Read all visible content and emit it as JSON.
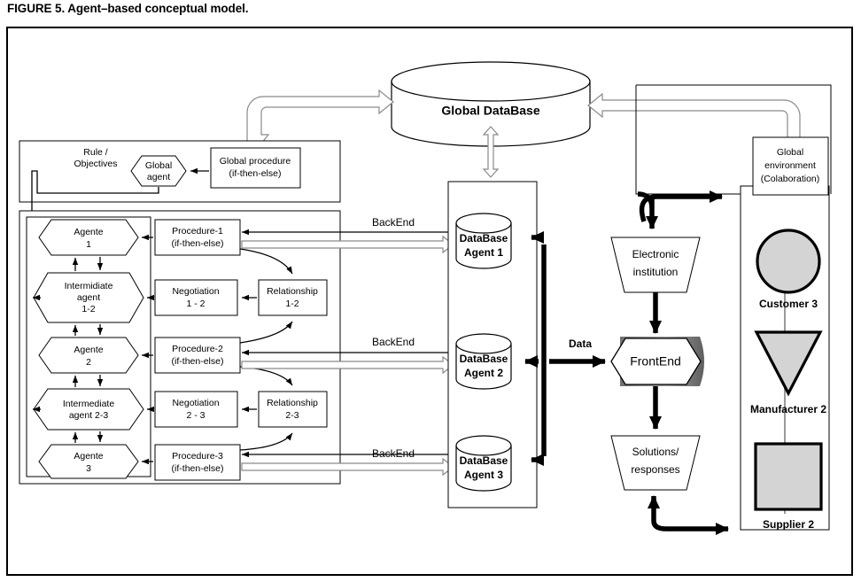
{
  "figure": {
    "caption": "FIGURE 5. Agent–based conceptual model."
  },
  "global_db": {
    "label": "Global DataBase",
    "shape": "cylinder"
  },
  "rule_panel": {
    "title_line1": "Rule /",
    "title_line2": "Objectives",
    "global_agent_line1": "Global",
    "global_agent_line2": "agent",
    "global_procedure_line1": "Global procedure",
    "global_procedure_line2": "(if-then-else)"
  },
  "agents": [
    {
      "name": "agent-1",
      "line1": "Agente",
      "line2": "1"
    },
    {
      "name": "intermediate-1-2",
      "line1": "Intermidiate",
      "line2": "agent",
      "line3": "1-2"
    },
    {
      "name": "agent-2",
      "line1": "Agente",
      "line2": "2"
    },
    {
      "name": "intermediate-2-3",
      "line1": "Intermediate",
      "line2": "agent 2-3"
    },
    {
      "name": "agent-3",
      "line1": "Agente",
      "line2": "3"
    }
  ],
  "procedures": [
    {
      "name": "procedure-1",
      "line1": "Procedure-1",
      "line2": "(if-then-else)"
    },
    {
      "name": "procedure-2",
      "line1": "Procedure-2",
      "line2": "(if-then-else)"
    },
    {
      "name": "procedure-3",
      "line1": "Procedure-3",
      "line2": "(if-then-else)"
    }
  ],
  "negotiations": [
    {
      "name": "negotiation-1-2",
      "line1": "Negotiation",
      "line2": "1 - 2"
    },
    {
      "name": "negotiation-2-3",
      "line1": "Negotiation",
      "line2": "2 - 3"
    }
  ],
  "relationships": [
    {
      "name": "relationship-1-2",
      "line1": "Relationship",
      "line2": "1-2"
    },
    {
      "name": "relationship-2-3",
      "line1": "Relationship",
      "line2": "2-3"
    }
  ],
  "backend_labels": [
    {
      "name": "backend-1",
      "text": "BackEnd"
    },
    {
      "name": "backend-2",
      "text": "BackEnd"
    },
    {
      "name": "backend-3",
      "text": "BackEnd"
    }
  ],
  "database_agents": [
    {
      "name": "database-agent-1",
      "line1": "DataBase",
      "line2": "Agent 1"
    },
    {
      "name": "database-agent-2",
      "line1": "DataBase",
      "line2": "Agent 2"
    },
    {
      "name": "database-agent-3",
      "line1": "DataBase",
      "line2": "Agent 3"
    }
  ],
  "data_flow": {
    "label": "Data"
  },
  "middle_column": {
    "electronic_institution_line1": "Electronic",
    "electronic_institution_line2": "institution",
    "frontend_label": "FrontEnd",
    "solutions_line1": "Solutions/",
    "solutions_line2": "responses"
  },
  "right_column": {
    "global_environment_line1": "Global",
    "global_environment_line2": "environment",
    "global_environment_line3": "(Colaboration)",
    "actors": [
      {
        "name": "customer-3",
        "label": "Customer 3",
        "shape": "circle"
      },
      {
        "name": "manufacturer-2",
        "label": "Manufacturer 2",
        "shape": "triangle-down"
      },
      {
        "name": "supplier-2",
        "label": "Supplier 2",
        "shape": "square"
      }
    ]
  },
  "colors": {
    "actor_fill": "#d4d4d4",
    "hollow_arrow_stroke": "#8a8a8a",
    "line": "#000000",
    "background": "#ffffff"
  }
}
